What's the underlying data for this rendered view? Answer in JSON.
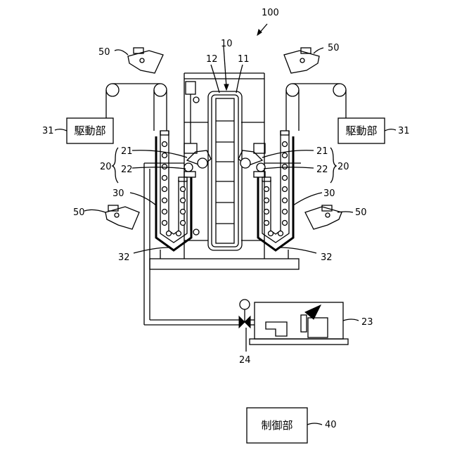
{
  "labels": {
    "system": "100",
    "apparatus": "10",
    "apparatus_outer": "11",
    "apparatus_inner": "12",
    "unit_left": "20",
    "unit_right": "20",
    "part_21_left": "21",
    "part_22_left": "22",
    "part_21_right": "21",
    "part_22_right": "22",
    "bath_left": "30",
    "bath_right": "30",
    "drive_ref_left": "31",
    "drive_ref_right": "31",
    "bottom_left": "32",
    "bottom_right": "32",
    "camera_tl": "50",
    "camera_tr": "50",
    "camera_ml": "50",
    "camera_mr": "50",
    "pump": "23",
    "valve": "24",
    "controller_ref": "40"
  },
  "boxes": {
    "drive_left": "駆動部",
    "drive_right": "駆動部",
    "controller": "制御部"
  }
}
